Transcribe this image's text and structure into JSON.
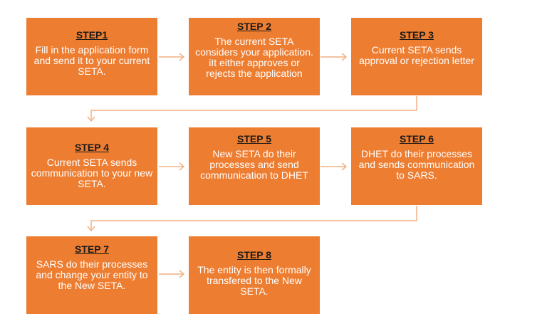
{
  "colors": {
    "box_fill": "#ED7D31",
    "connector": "#F4B183",
    "title_text": "#1a1a1a",
    "body_text": "#ffffff"
  },
  "steps": [
    {
      "title": "STEP1",
      "text": "Fill in the application form and send it to your current SETA."
    },
    {
      "title": "STEP 2",
      "text": "The current SETA considers your application. iIt either approves or rejects the application"
    },
    {
      "title": "STEP 3",
      "text": "Current SETA sends approval or rejection letter"
    },
    {
      "title": "STEP 4",
      "text": "Current SETA sends communication to your new SETA."
    },
    {
      "title": "STEP 5",
      "text": "New SETA do their processes and send communication to DHET"
    },
    {
      "title": "STEP 6",
      "text": "DHET do their processes and sends communication to SARS."
    },
    {
      "title": "STEP 7",
      "text": "SARS do their processes and change your entity to the New SETA."
    },
    {
      "title": "STEP 8",
      "text": "The entity is then formally transfered to the New SETA."
    }
  ]
}
